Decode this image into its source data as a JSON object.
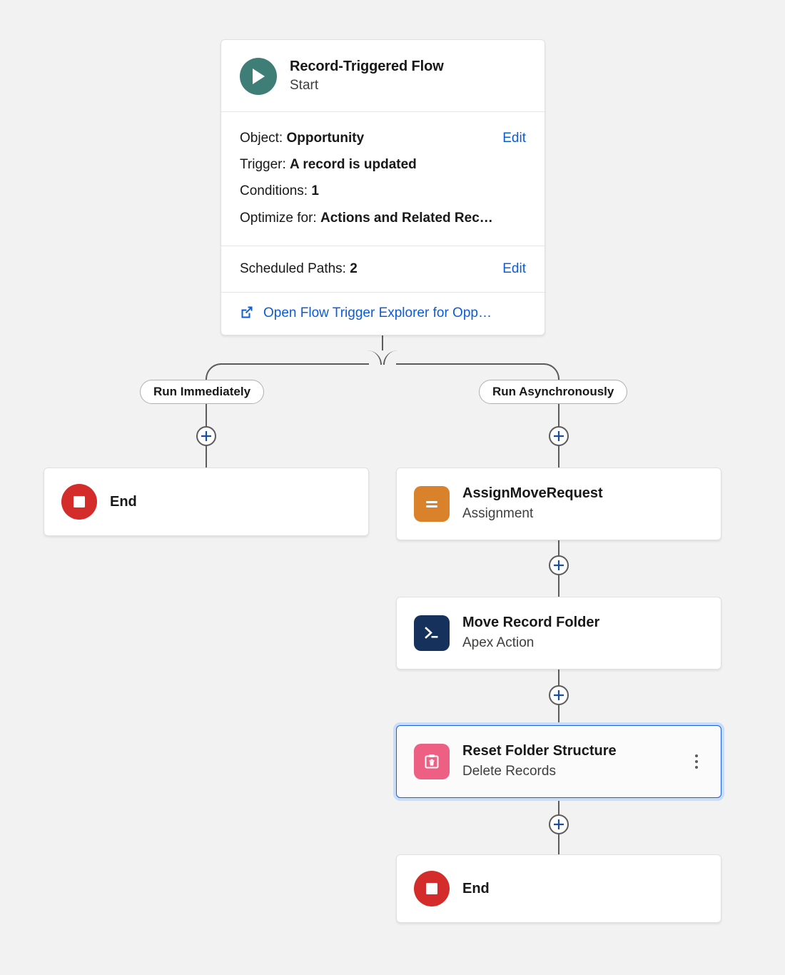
{
  "start_card": {
    "icon": "play-icon",
    "title": "Record-Triggered Flow",
    "subtitle": "Start",
    "details": [
      {
        "label": "Object:",
        "value": "Opportunity",
        "action": "Edit"
      },
      {
        "label": "Trigger:",
        "value": "A record is updated"
      },
      {
        "label": "Conditions:",
        "value": "1"
      },
      {
        "label": "Optimize for:",
        "value": "Actions and Related Rec…"
      }
    ],
    "scheduled_paths": {
      "label": "Scheduled Paths:",
      "value": "2",
      "action": "Edit"
    },
    "trigger_explorer": {
      "icon": "external-link-icon",
      "label": "Open Flow Trigger Explorer for Opp…"
    }
  },
  "branches": [
    {
      "label": "Run Immediately"
    },
    {
      "label": "Run Asynchronously"
    }
  ],
  "connectors": {
    "add_label": "+",
    "add_name": "add-element-button"
  },
  "nodes": {
    "end_left": {
      "icon": "end-stop-icon",
      "title": "End"
    },
    "assignment": {
      "icon": "assignment-icon",
      "title": "AssignMoveRequest",
      "subtitle": "Assignment"
    },
    "apex": {
      "icon": "apex-action-icon",
      "title": "Move Record Folder",
      "subtitle": "Apex Action"
    },
    "delete": {
      "icon": "delete-records-icon",
      "title": "Reset Folder Structure",
      "subtitle": "Delete Records",
      "menu": "node-menu-button",
      "selected": true
    },
    "end_right": {
      "icon": "end-stop-icon",
      "title": "End"
    }
  },
  "colors": {
    "canvas_background": "#f3f2f2",
    "link_blue": "#0b5cd8",
    "selection_blue": "#1b5ede",
    "start_icon_teal": "#3e7e77",
    "assignment_orange": "#d9822b",
    "apex_navy": "#16325c",
    "delete_pink": "#ee5f84",
    "end_red": "#d42b2b",
    "connector_gray": "#5c5c5c"
  }
}
